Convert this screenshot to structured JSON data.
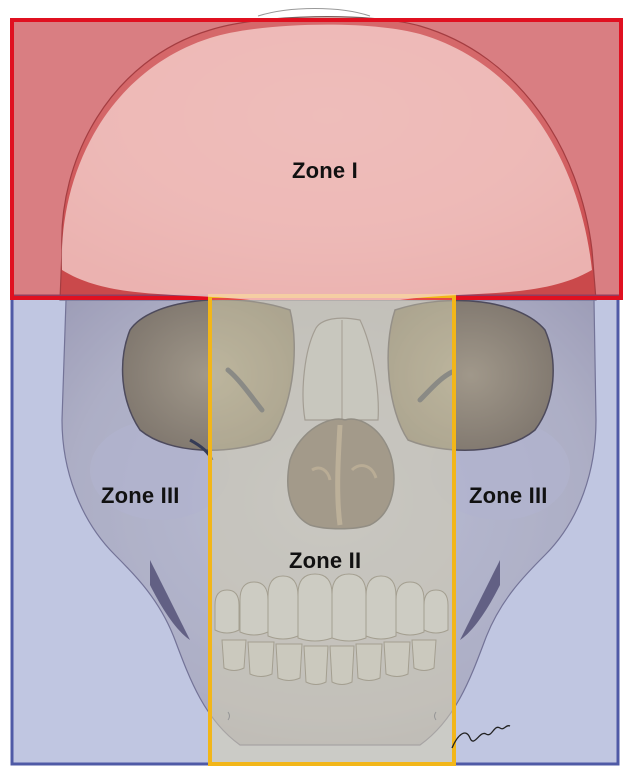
{
  "zones": {
    "zone_1": {
      "label": "Zone I",
      "color": "#e01020"
    },
    "zone_2": {
      "label": "Zone II",
      "color": "#f2b619"
    },
    "zone_3_left": {
      "label": "Zone III"
    },
    "zone_3_right": {
      "label": "Zone III"
    },
    "zone_3_color": "#4f5aa6"
  },
  "colors": {
    "cranium": "#f6cfcb",
    "bone": "#e8e1d9",
    "midface_bone": "#f1eed6",
    "orbit": "#b19a55",
    "nasal_cavity": "#6a4a22",
    "teeth": "#fbf8e2"
  }
}
